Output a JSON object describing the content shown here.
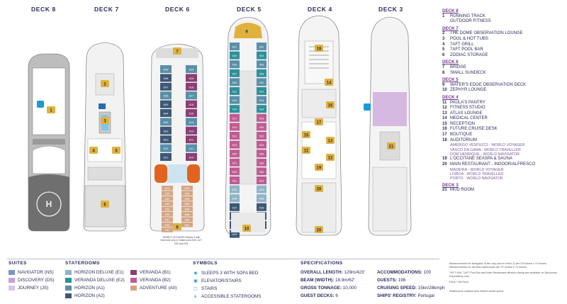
{
  "decks": [
    {
      "key": "d8",
      "title": "DECK 8"
    },
    {
      "key": "d7",
      "title": "DECK 7"
    },
    {
      "key": "d6",
      "title": "DECK 6"
    },
    {
      "key": "d5",
      "title": "DECK 5"
    },
    {
      "key": "d4",
      "title": "DECK 4"
    },
    {
      "key": "d3",
      "title": "DECK 3"
    }
  ],
  "markers": {
    "d8": [
      "1"
    ],
    "d7": [
      "2",
      "3",
      "4",
      "5",
      "6"
    ],
    "d6": [
      "7",
      "8"
    ],
    "d5": [
      "9",
      "10"
    ],
    "d4": [
      "18",
      "14",
      "16",
      "15",
      "17",
      "11",
      "13",
      "19",
      "12",
      "20",
      "20"
    ],
    "d3": [
      "21"
    ]
  },
  "deck6_rooms": [
    "609",
    "608",
    "607",
    "606",
    "605",
    "604",
    "603",
    "602",
    "601",
    "622",
    "621",
    "620",
    "619",
    "618",
    "617",
    "616",
    "615",
    "614",
    "613",
    "612",
    "611",
    "610",
    "624",
    "623",
    "626",
    "625",
    "631",
    "630",
    "632",
    "634",
    "633",
    "636",
    "635",
    "638",
    "637",
    "640",
    "639",
    "642",
    "641"
  ],
  "deck5_rooms": [
    "501",
    "502",
    "503",
    "504",
    "505",
    "506",
    "507",
    "508",
    "509",
    "510",
    "511",
    "512",
    "513",
    "514",
    "515",
    "516",
    "517",
    "518",
    "519",
    "520",
    "521",
    "522",
    "523",
    "524",
    "525",
    "526",
    "527",
    "528",
    "529",
    "530",
    "531",
    "532",
    "533",
    "534",
    "535",
    "536",
    "537",
    "538",
    "539",
    "540",
    "541",
    "542",
    "543"
  ],
  "caption": "WORLD VOYAGER Sleeps 3 with Sofa bed only in Staterooms 626, 627, 630 and 631",
  "legend": [
    {
      "deck": "DECK 8",
      "items": [
        {
          "n": "1",
          "t": "RUNNING TRACK"
        },
        {
          "n": "",
          "t": "OUTDOOR FITNESS"
        }
      ]
    },
    {
      "deck": "DECK 7",
      "items": [
        {
          "n": "2",
          "t": "THE DOME OBSERVATION LOUNGE"
        },
        {
          "n": "3",
          "t": "POOL & HOT TUBS"
        },
        {
          "n": "4",
          "t": "7AFT GRILL"
        },
        {
          "n": "5",
          "t": "7AFT POOL BAR"
        },
        {
          "n": "6",
          "t": "ZODIAC STORAGE"
        }
      ]
    },
    {
      "deck": "DECK 6",
      "items": [
        {
          "n": "7",
          "t": "BRIDGE"
        },
        {
          "n": "8",
          "t": "SMALL SUNDECK"
        }
      ]
    },
    {
      "deck": "DECK 5",
      "items": [
        {
          "n": "9",
          "t": "WATER'S EDGE OBSERVATION DECK"
        },
        {
          "n": "10",
          "t": "ZEPHYR LOUNGE"
        }
      ]
    },
    {
      "deck": "DECK 4",
      "items": [
        {
          "n": "11",
          "t": "PAULA'S PANTRY"
        },
        {
          "n": "12",
          "t": "FITNESS STUDIO"
        },
        {
          "n": "13",
          "t": "ATLAS LOUNGE"
        },
        {
          "n": "14",
          "t": "MEDICAL CENTER"
        },
        {
          "n": "15",
          "t": "RECEPTION"
        },
        {
          "n": "16",
          "t": "FUTURE CRUISE DESK"
        },
        {
          "n": "17",
          "t": "BOUTIQUE"
        },
        {
          "n": "18",
          "t": "AUDITORIUM",
          "sub": [
            "AMERIGO VESPUCCI - WORLD VOYAGER",
            "VASCO DA GAMA - WORLD TRAVELLER",
            "DOM HENRIQUE - WORLD NAVIGATOR"
          ]
        },
        {
          "n": "19",
          "t": "L'OCCITANE SEASPA & SAUNA"
        },
        {
          "n": "20",
          "t": "MAIN RESTAURANT - INDOOR/ALFRESCO",
          "sub": [
            "MADEIRA - WORLD VOYAGER",
            "LISBOA - WORLD TRAVELLER",
            "PORTO - WORLD NAVIGATOR"
          ]
        }
      ]
    },
    {
      "deck": "DECK 3",
      "items": [
        {
          "n": "21",
          "t": "MUD ROOM"
        }
      ]
    }
  ],
  "key": {
    "suites_head": "SUITES",
    "suites": [
      {
        "label": "NAVIGATOR (NS)",
        "color": "#7d96c9"
      },
      {
        "label": "DISCOVERY (DS)",
        "color": "#c9a0d8"
      },
      {
        "label": "JOURNEY (JS)",
        "color": "#d8c6e6"
      }
    ],
    "staterooms_head": "STATEROOMS",
    "staterooms": [
      {
        "label": "HORIZON DELUXE (E1)",
        "color": "#8fb4c8"
      },
      {
        "label": "VERANDA DELUXE (E2)",
        "color": "#2d8f9b"
      },
      {
        "label": "HORIZON (A1)",
        "color": "#5a8fa8"
      },
      {
        "label": "HORIZON (A2)",
        "color": "#3e5876"
      }
    ],
    "staterooms2": [
      {
        "label": "VERANDA (B1)",
        "color": "#8a3f74"
      },
      {
        "label": "VERANDA (B2)",
        "color": "#bf5b94"
      },
      {
        "label": "ADVENTURE (A0)",
        "color": "#d4a583"
      }
    ],
    "symbols_head": "SYMBOLS",
    "symbols": [
      {
        "icon": "sofa-bed-icon",
        "glyph": "◉",
        "label": "SLEEPS 3 WITH SOFA BED"
      },
      {
        "icon": "elevator-stairs-icon",
        "glyph": "▣",
        "label": "ELEVATOR/STAIRS"
      },
      {
        "icon": "stairs-icon",
        "glyph": "▢",
        "label": "STAIRS"
      },
      {
        "icon": "accessible-icon",
        "glyph": "♿",
        "label": "ACCESSIBLE STATEROOMS"
      }
    ],
    "specs_head": "SPECIFICATIONS",
    "specs": [
      {
        "k": "OVERALL LENGTH:",
        "v": "129m/423'"
      },
      {
        "k": "BEAM (WIDTH):",
        "v": "18.9m/62'"
      },
      {
        "k": "GROSS TONNAGE:",
        "v": "10,000"
      },
      {
        "k": "GUEST DECKS:",
        "v": "6"
      }
    ],
    "specs2": [
      {
        "k": "ACCOMMODATIONS:",
        "v": "100"
      },
      {
        "k": "GUESTS:",
        "v": "198"
      },
      {
        "k": "CRUISING SPEED:",
        "v": "15kn/28kmph"
      },
      {
        "k": "SHIPS' REGISTRY:",
        "v": "Portugal"
      }
    ],
    "notes": [
      "Measurements for Navigator Suite only (not on Deck 3) are 29 inches x 74 inches. Measurements for all other staterooms are 37 inches x 74 inches.",
      "7AFT Grill, 7AFT Pool Bar and Main Restaurant alfresco dining are available on Epicurean Expeditions only.",
      "Deck 7 Aft Deck",
      "Staterooms marked have limited closet space."
    ]
  }
}
